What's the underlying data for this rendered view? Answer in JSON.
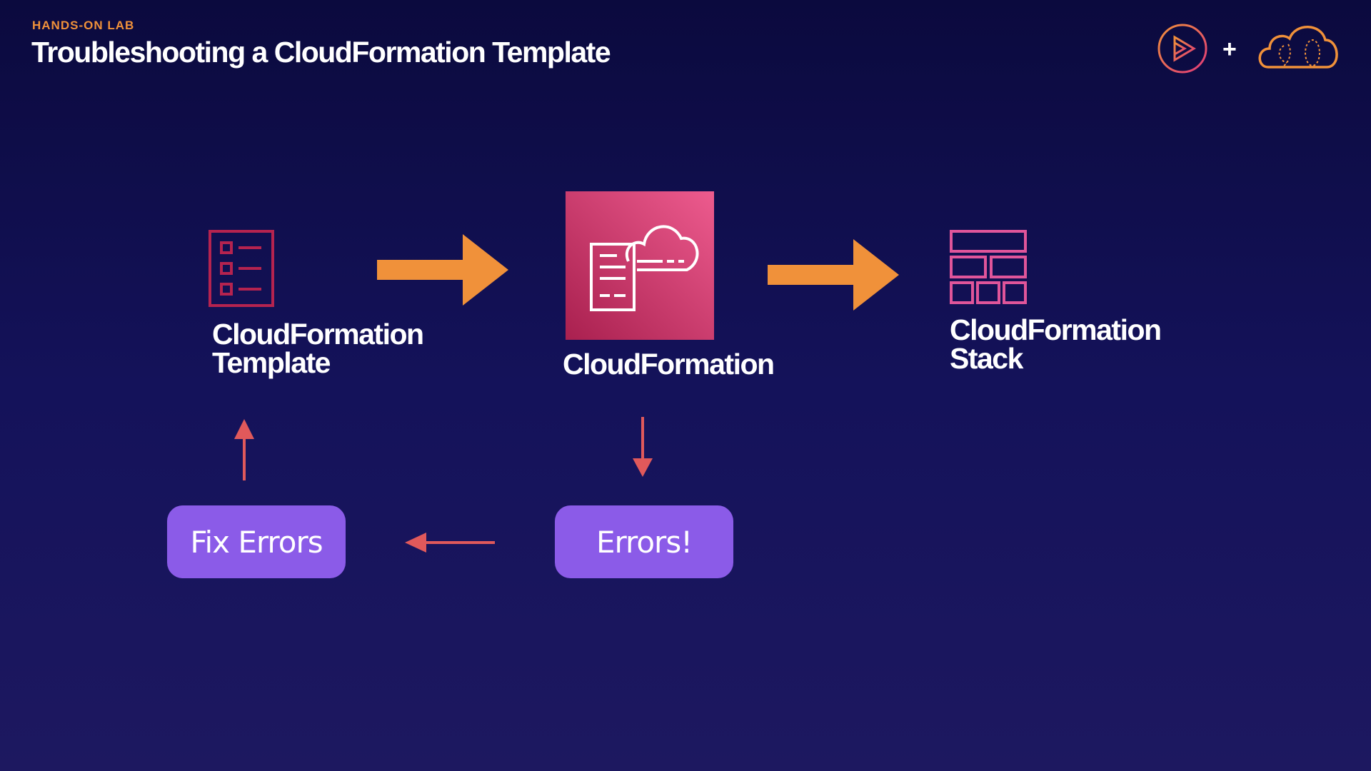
{
  "header": {
    "eyebrow": "HANDS-ON LAB",
    "title": "Troubleshooting a CloudFormation Template"
  },
  "logos": {
    "plus": "+",
    "left_icon": "play-circle-icon",
    "right_icon": "cloud-icon"
  },
  "diagram": {
    "nodes": [
      {
        "id": "template",
        "label_line1": "CloudFormation",
        "label_line2": "Template",
        "icon": "checklist-template-icon"
      },
      {
        "id": "cloudformation",
        "label_line1": "CloudFormation",
        "icon": "cloudformation-service-icon"
      },
      {
        "id": "stack",
        "label_line1": "CloudFormation",
        "label_line2": "Stack",
        "icon": "stack-grid-icon"
      }
    ],
    "actions": [
      {
        "id": "fix",
        "label": "Fix Errors"
      },
      {
        "id": "errors",
        "label": "Errors!"
      }
    ],
    "flow": [
      {
        "from": "template",
        "to": "cloudformation"
      },
      {
        "from": "cloudformation",
        "to": "stack"
      },
      {
        "from": "cloudformation",
        "to": "errors"
      },
      {
        "from": "errors",
        "to": "fix"
      },
      {
        "from": "fix",
        "to": "template"
      }
    ]
  },
  "colors": {
    "accent_orange": "#f0913a",
    "pill_purple": "#8b5be8",
    "red_arrow": "#e0595b",
    "service_pink": "#e0517a",
    "template_icon": "#b5234f",
    "stack_icon": "#e0559a"
  }
}
